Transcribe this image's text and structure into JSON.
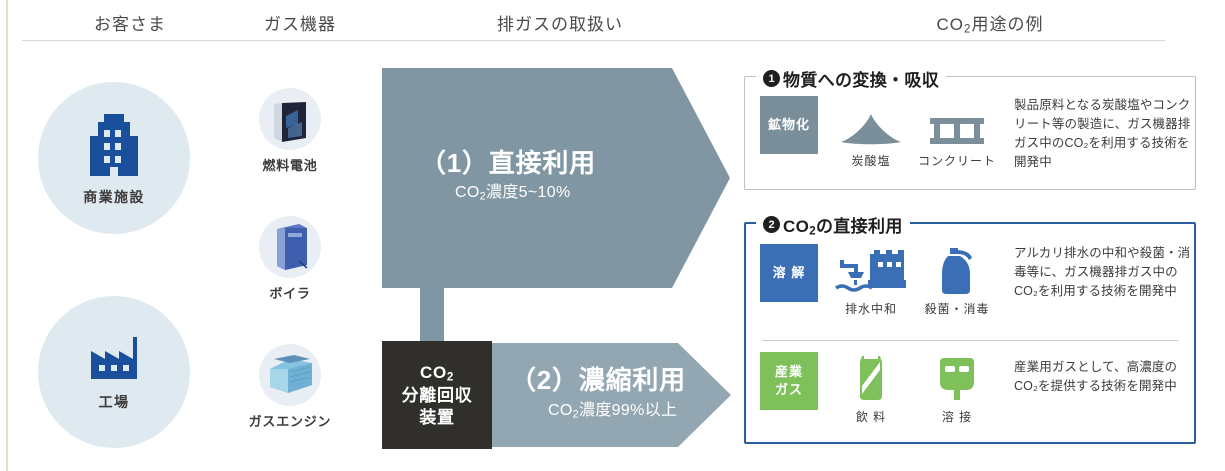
{
  "headers": [
    {
      "label": "お客さま",
      "name": "header-customer"
    },
    {
      "label": "ガス機器",
      "name": "header-equipment"
    },
    {
      "label": "排ガスの取扱い",
      "name": "header-exhaust"
    },
    {
      "label": "CO",
      "sub": "2",
      "label2": "用途の例",
      "name": "header-co2-uses"
    }
  ],
  "customers": [
    {
      "label": "商業施設",
      "icon": "building-icon"
    },
    {
      "label": "工場",
      "icon": "factory-icon"
    }
  ],
  "equipment": [
    {
      "label": "燃料電池",
      "icon": "fuel-cell-icon"
    },
    {
      "label": "ボイラ",
      "icon": "boiler-icon"
    },
    {
      "label": "ガスエンジン",
      "icon": "gas-engine-icon"
    }
  ],
  "flow": {
    "arrow1": {
      "title": "（1）直接利用",
      "sub_pre": "CO",
      "sub_idx": "2",
      "sub_post": "濃度5~10%"
    },
    "arrow2": {
      "title": "（2）濃縮利用",
      "sub_pre": "CO",
      "sub_idx": "2",
      "sub_post": "濃度99%以上"
    },
    "capture_box": {
      "line1_pre": "CO",
      "line1_idx": "2",
      "line2": "分離回収",
      "line3": "装置"
    }
  },
  "panels": [
    {
      "number": "❶",
      "number_char": "1",
      "title": "物質への変換・吸収",
      "accent": "#7b8f9b",
      "rows": [
        {
          "badge": [
            "鉱物化"
          ],
          "badge_color": "#7b8f9b",
          "icons": [
            {
              "label": "炭酸塩",
              "name": "carbonate-pile-icon"
            },
            {
              "label": "コンクリート",
              "name": "concrete-beam-icon"
            }
          ],
          "desc": "製品原料となる炭酸塩やコンクリート等の製造に、ガス機器排ガス中のCO₂を利用する技術を開発中"
        }
      ]
    },
    {
      "number": "❷",
      "number_char": "2",
      "title_pre": "CO",
      "title_idx": "2",
      "title_post": "の直接利用",
      "accent": "#2c5d9e",
      "rows": [
        {
          "badge": [
            "溶 解"
          ],
          "badge_color": "#3b6fb5",
          "icons": [
            {
              "label": "排水中和",
              "name": "wastewater-neutralization-icon"
            },
            {
              "label": "殺菌・消毒",
              "name": "sterilization-icon"
            }
          ],
          "desc": "アルカリ排水の中和や殺菌・消毒等に、ガス機器排ガス中のCO₂を利用する技術を開発中"
        },
        {
          "badge": [
            "産業",
            "ガス"
          ],
          "badge_color": "#7ec05a",
          "icons": [
            {
              "label": "飲 料",
              "name": "beverage-can-icon"
            },
            {
              "label": "溶 接",
              "name": "welding-mask-icon"
            }
          ],
          "desc": "産業用ガスとして、高濃度のCO₂を提供する技術を開発中"
        }
      ]
    }
  ],
  "colors": {
    "arrow": "#8096a2",
    "arrow2": "#93a7b2",
    "capture_box": "#312f2c",
    "circle_bg": "#dfe9f0",
    "brand_blue": "#1a4f9c",
    "green": "#7ec05a",
    "left_rule": "#d8e6c8"
  }
}
